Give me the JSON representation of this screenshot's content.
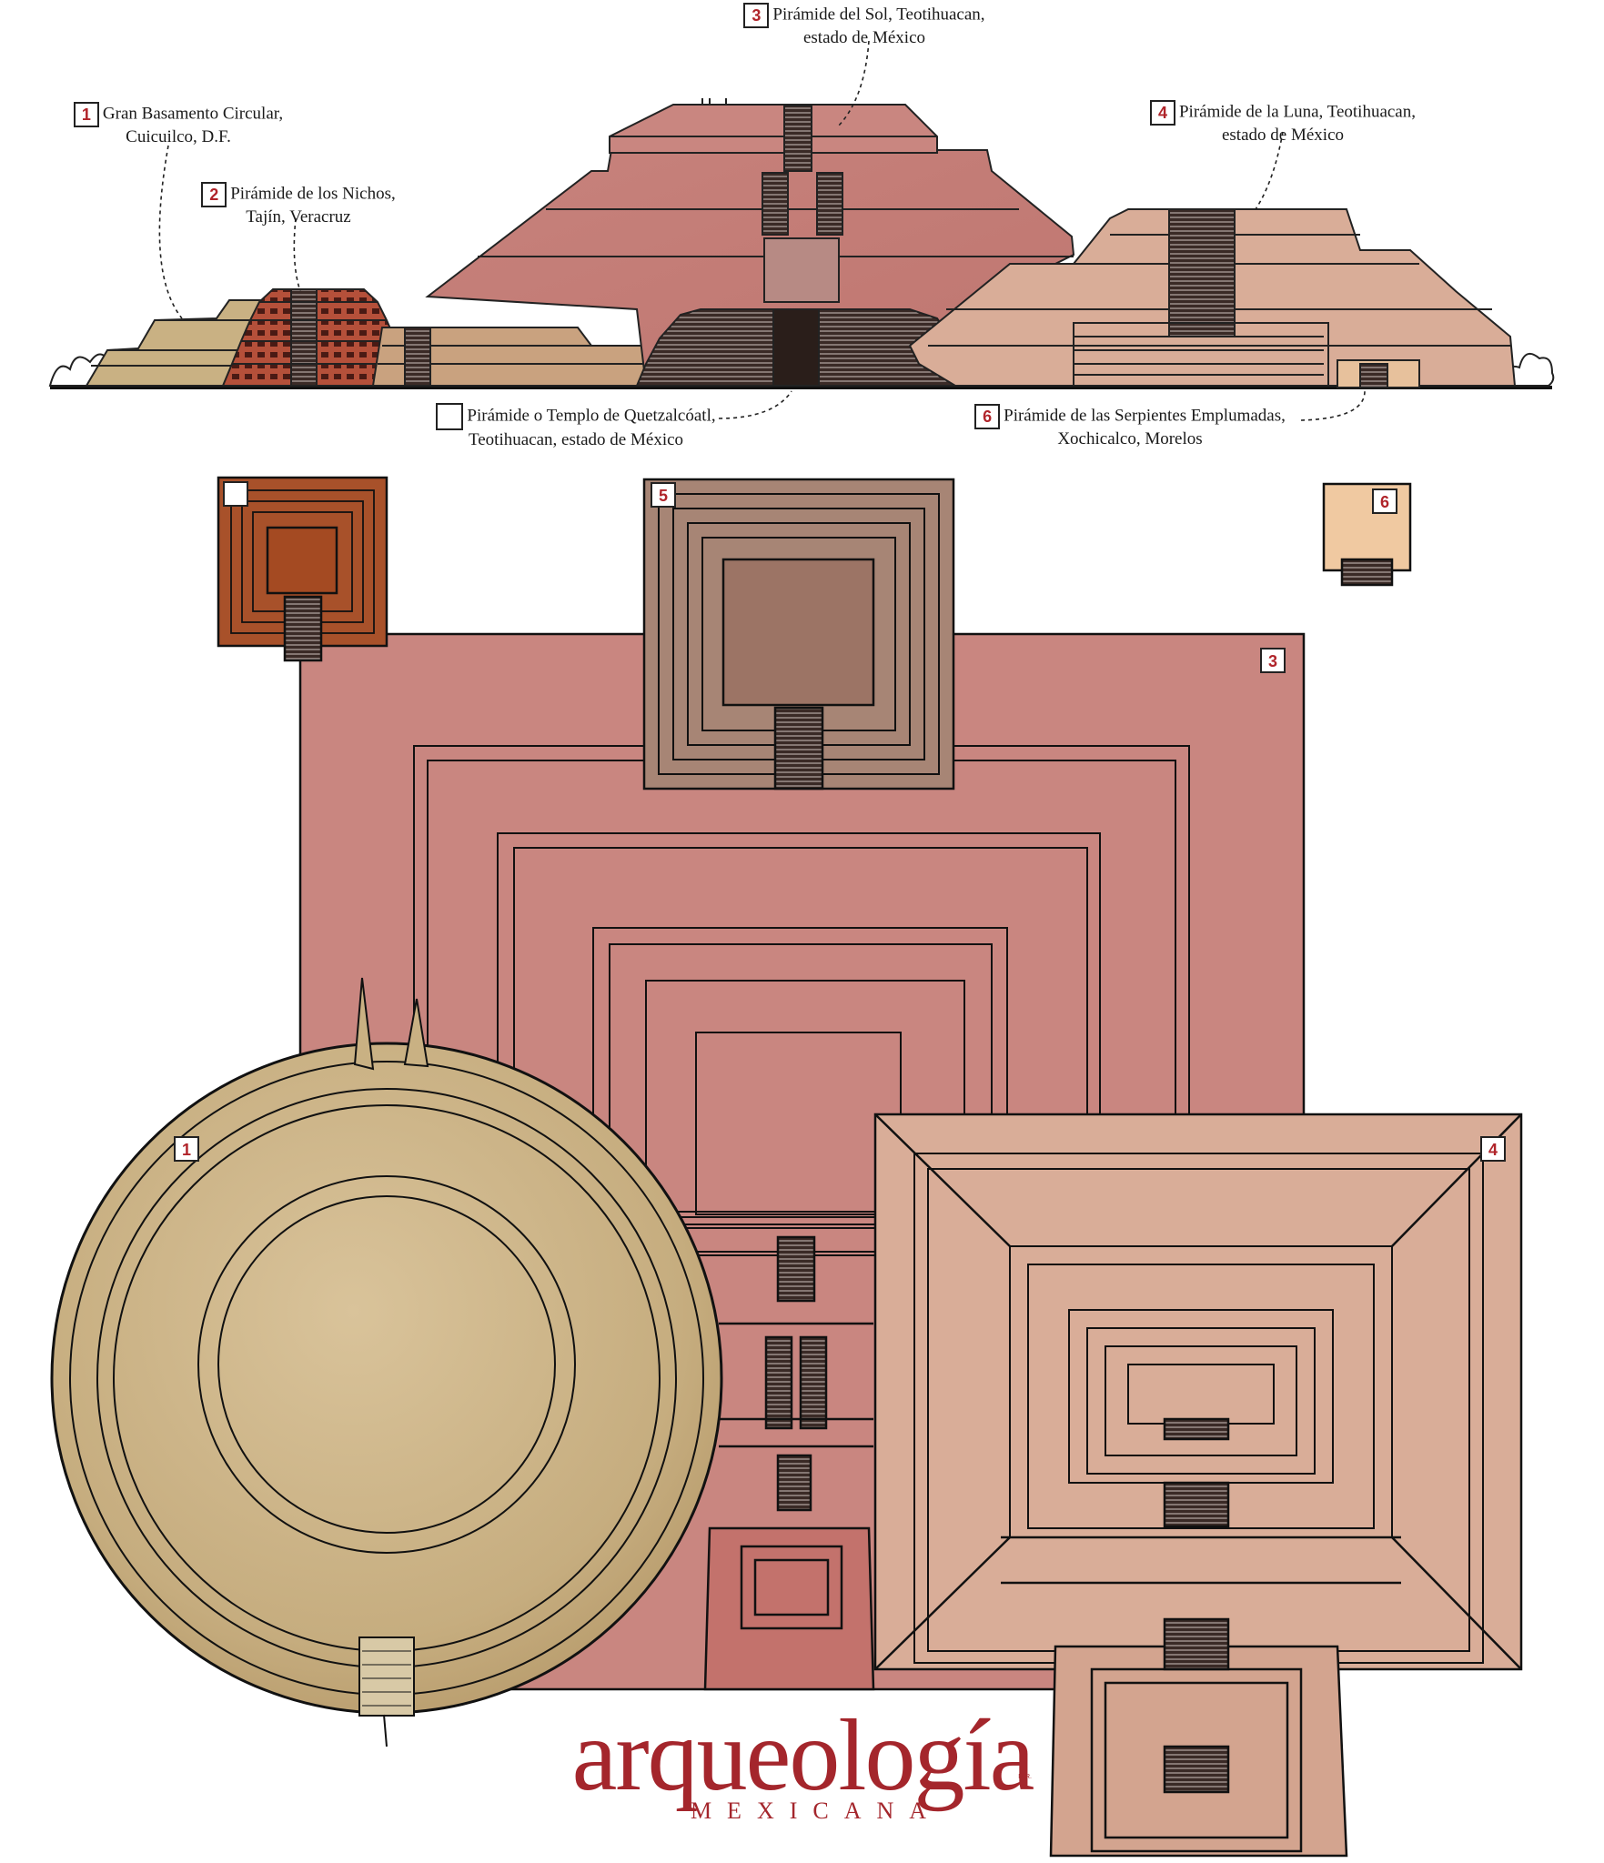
{
  "labels": [
    {
      "num": "1",
      "line1": "Gran Basamento Circular,",
      "line2": "Cuicuilco, D.F."
    },
    {
      "num": "2",
      "line1": "Pirámide de los Nichos,",
      "line2": "Tajín, Veracruz"
    },
    {
      "num": "3",
      "line1": "Pirámide del Sol, Teotihuacan,",
      "line2": "estado de México"
    },
    {
      "num": "4",
      "line1": "Pirámide de la Luna, Teotihuacan,",
      "line2": "estado de México"
    },
    {
      "num": "",
      "line1": "Pirámide o Templo de Quetzalcóatl,",
      "line2": "Teotihuacan, estado de México"
    },
    {
      "num": "6",
      "line1": "Pirámide de las Serpientes Emplumadas,",
      "line2": "Xochicalco, Morelos"
    }
  ],
  "plan_badges": {
    "quetzalcoatl": "",
    "nichos": "5",
    "xochicalco": "6",
    "sol": "3",
    "cuicuilco": "1",
    "luna": "4"
  },
  "logo": {
    "word": "arqueología",
    "sub": "MEXICANA",
    "mark": "M.R."
  },
  "colors": {
    "sol": "#c98680",
    "luna": "#d9ad98",
    "cuicuilco": "#c9b183",
    "nichos": "#a78575",
    "quetzalcoatl": "#a8512a",
    "xochicalco": "#f0c9a1",
    "tajin": "#b5503a",
    "accent": "#b0242a"
  }
}
